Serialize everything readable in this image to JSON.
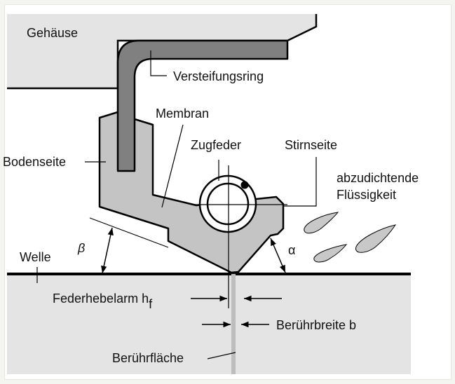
{
  "diagram": {
    "title": "Radialwellendichtring",
    "labels": {
      "housing": "Gehäuse",
      "stiffening_ring": "Versteifungsring",
      "membrane": "Membran",
      "bottom_side": "Bodenseite",
      "spring": "Zugfeder",
      "front_side": "Stirnseite",
      "fluid_line1": "abzudichtende",
      "fluid_line2": "Flüssigkeit",
      "shaft": "Welle",
      "beta": "β",
      "alpha": "α",
      "spring_lever_arm": "Federhebelarm h",
      "spring_lever_arm_sub": "f",
      "contact_width": "Berührbreite b",
      "contact_area": "Berührfläche"
    },
    "colors": {
      "housing": "#e4e4e4",
      "shaft": "#e4e4e4",
      "stiffening_ring": "#808080",
      "seal_body": "#c4c4c4",
      "fluid": "#c8c8c8",
      "contact_strip": "#bdbdbd",
      "outline": "#000000"
    }
  }
}
